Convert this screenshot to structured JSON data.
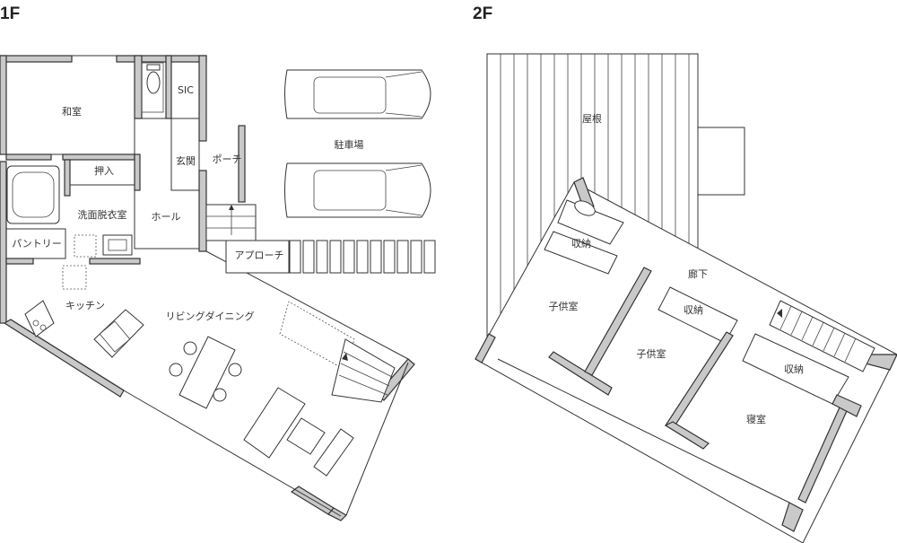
{
  "floors": [
    {
      "label": "1F"
    },
    {
      "label": "2F"
    }
  ],
  "rooms_1f": {
    "washitsu": "和室",
    "sic": "SIC",
    "genkan": "玄関",
    "porch": "ポーチ",
    "oshiire": "押入",
    "senmen": "洗面脱衣室",
    "hall": "ホール",
    "pantry": "パントリー",
    "approach": "アプローチ",
    "parking": "駐車場",
    "kitchen": "キッチン",
    "living": "リビングダイニング"
  },
  "rooms_2f": {
    "roof": "屋根",
    "storage1": "収納",
    "corridor": "廊下",
    "child1": "子供室",
    "storage2": "収納",
    "child2": "子供室",
    "storage3": "収納",
    "bedroom": "寝室"
  }
}
